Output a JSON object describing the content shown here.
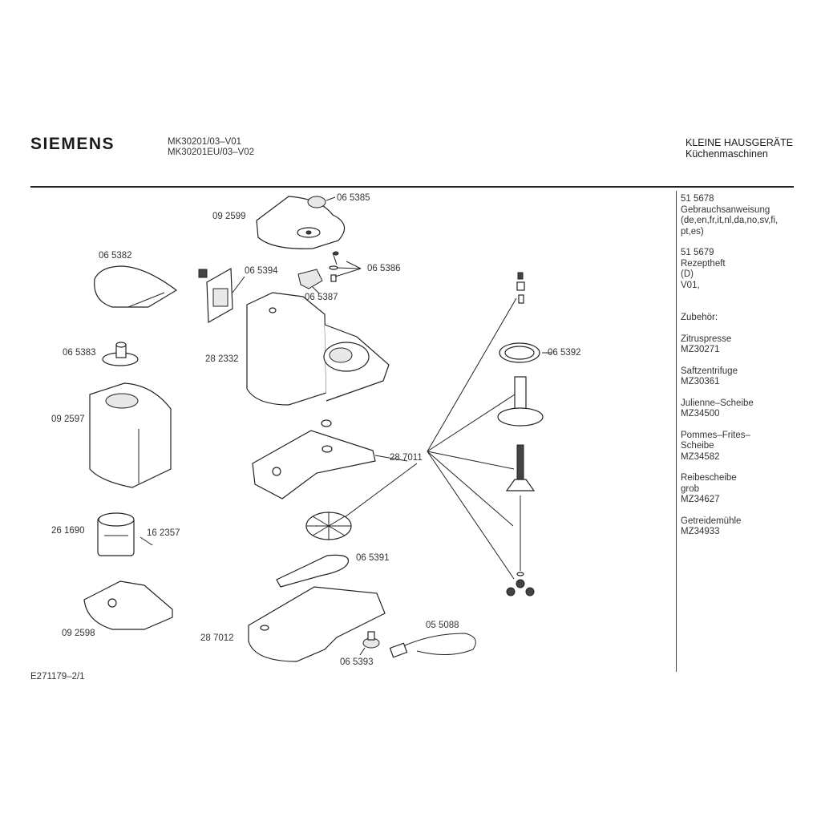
{
  "header": {
    "brand": "SIEMENS",
    "models": [
      "MK30201/03–V01",
      "MK30201EU/03–V02"
    ],
    "category": [
      "KLEINE HAUSGERÄTE",
      "Küchenmaschinen"
    ]
  },
  "parts": [
    {
      "id": "lid",
      "number": "09 2599"
    },
    {
      "id": "knob",
      "number": "06 5385"
    },
    {
      "id": "gasket",
      "number": "06 5382"
    },
    {
      "id": "switch-board",
      "number": "06 5394"
    },
    {
      "id": "screw-set",
      "number": "06 5386"
    },
    {
      "id": "latch",
      "number": "06 5387"
    },
    {
      "id": "fan",
      "number": "06 5383"
    },
    {
      "id": "housing",
      "number": "28 2332"
    },
    {
      "id": "motor-cover",
      "number": "09 2597"
    },
    {
      "id": "seal-ring",
      "number": "06 5392"
    },
    {
      "id": "gear-plate",
      "number": "28 7011"
    },
    {
      "id": "motor",
      "number": "26 1690"
    },
    {
      "id": "motor-screw",
      "number": "16 2357"
    },
    {
      "id": "drive-belt",
      "number": "06 5391"
    },
    {
      "id": "motor-plate",
      "number": "09 2598"
    },
    {
      "id": "base-plate",
      "number": "28 7012"
    },
    {
      "id": "power-cord",
      "number": "05 5088"
    },
    {
      "id": "suction-foot",
      "number": "06 5393"
    }
  ],
  "sidebar": {
    "documents": [
      {
        "lines": [
          "51 5678",
          "Gebrauchsanweisung",
          "(de,en,fr,it,nl,da,no,sv,fi,",
          "pt,es)"
        ]
      },
      {
        "lines": [
          "51 5679",
          "Rezeptheft",
          "(D)",
          "V01,"
        ]
      }
    ],
    "accessories_heading": "Zubehör:",
    "accessories": [
      {
        "lines": [
          "Zitruspresse",
          "MZ30271"
        ]
      },
      {
        "lines": [
          "Saftzentrifuge",
          "MZ30361"
        ]
      },
      {
        "lines": [
          "Julienne–Scheibe",
          "MZ34500"
        ]
      },
      {
        "lines": [
          "Pommes–Frites–",
          "Scheibe",
          "MZ34582"
        ]
      },
      {
        "lines": [
          "Reibescheibe",
          "grob",
          "MZ34627"
        ]
      },
      {
        "lines": [
          "Getreidemühle",
          "MZ34933"
        ]
      }
    ]
  },
  "footer": {
    "drawing_code": "E271179–2/1"
  }
}
